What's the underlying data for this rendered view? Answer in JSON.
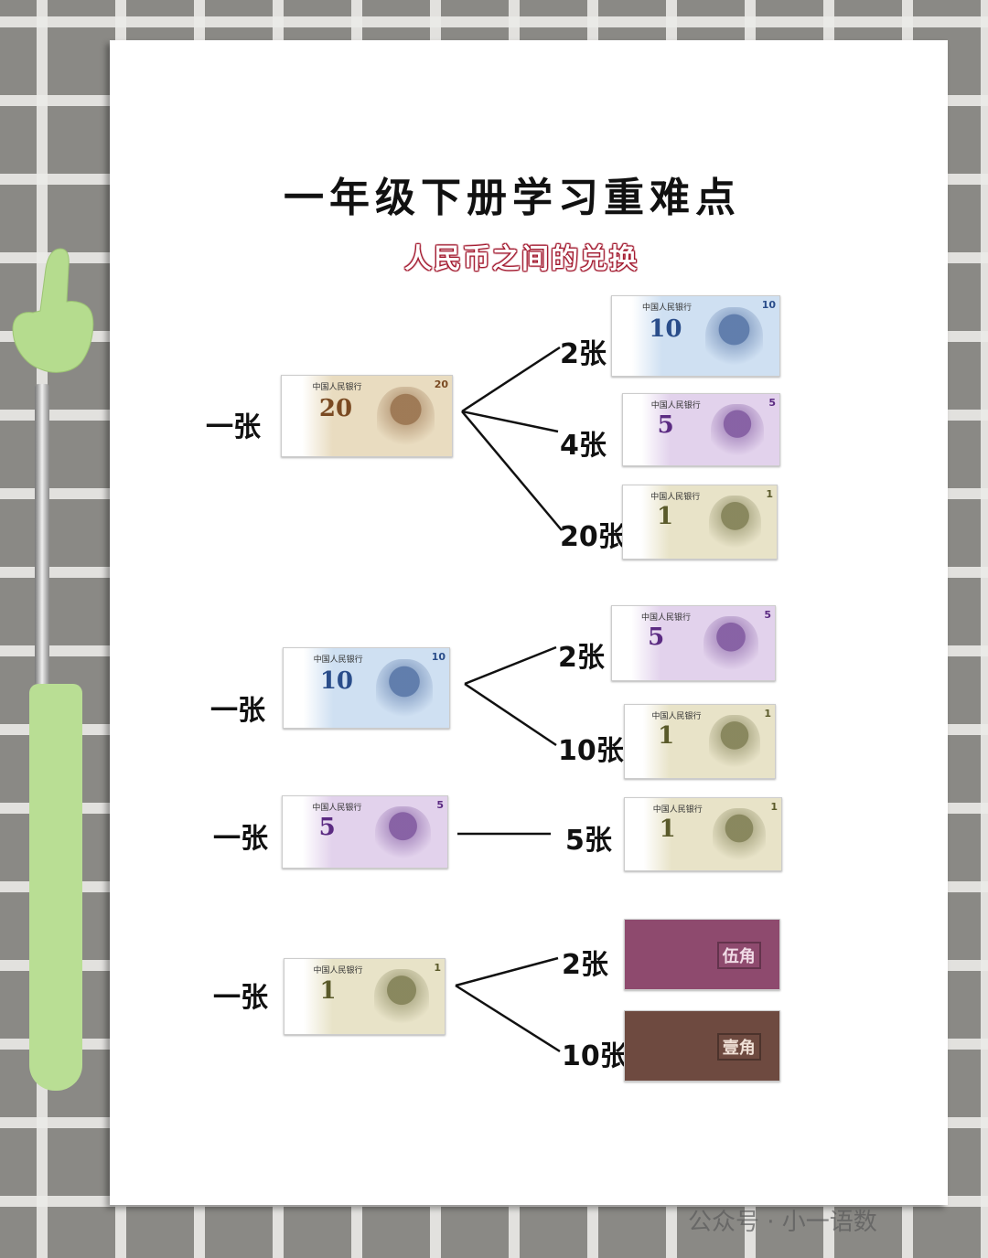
{
  "title": "一年级下册学习重难点",
  "subtitle": "人民币之间的兑换",
  "header_text": "中国人民银行",
  "watermark": "公众号 · 小一语数",
  "colors": {
    "title": "#111111",
    "subtitle_outline": "#a0142a",
    "paper": "#ffffff"
  },
  "groups": [
    {
      "left": {
        "label": "一张",
        "note": {
          "value": "20",
          "bg": "#e9dcc0",
          "ink": "#7a4a22"
        }
      },
      "right": [
        {
          "count": "2张",
          "note": {
            "value": "10",
            "bg": "#cfe0f2",
            "ink": "#2a4d8a"
          }
        },
        {
          "count": "4张",
          "note": {
            "value": "5",
            "bg": "#e2d2ec",
            "ink": "#5b2b82"
          }
        },
        {
          "count": "20张",
          "note": {
            "value": "1",
            "bg": "#e8e3c8",
            "ink": "#5a5a2a"
          }
        }
      ]
    },
    {
      "left": {
        "label": "一张",
        "note": {
          "value": "10",
          "bg": "#cfe0f2",
          "ink": "#2a4d8a"
        }
      },
      "right": [
        {
          "count": "2张",
          "note": {
            "value": "5",
            "bg": "#e2d2ec",
            "ink": "#5b2b82"
          }
        },
        {
          "count": "10张",
          "note": {
            "value": "1",
            "bg": "#e8e3c8",
            "ink": "#5a5a2a"
          }
        }
      ]
    },
    {
      "left": {
        "label": "一张",
        "note": {
          "value": "5",
          "bg": "#e2d2ec",
          "ink": "#5b2b82"
        }
      },
      "right": [
        {
          "count": "5张",
          "note": {
            "value": "1",
            "bg": "#e8e3c8",
            "ink": "#5a5a2a"
          }
        }
      ]
    },
    {
      "left": {
        "label": "一张",
        "note": {
          "value": "1",
          "bg": "#e8e3c8",
          "ink": "#5a5a2a"
        }
      },
      "right": [
        {
          "count": "2张",
          "note": {
            "value": "伍角",
            "bg": "#8e4a6e",
            "ink": "#f1dbe6",
            "old": true
          }
        },
        {
          "count": "10张",
          "note": {
            "value": "壹角",
            "bg": "#6e4a40",
            "ink": "#f0e0d6",
            "old": true
          }
        }
      ]
    }
  ]
}
